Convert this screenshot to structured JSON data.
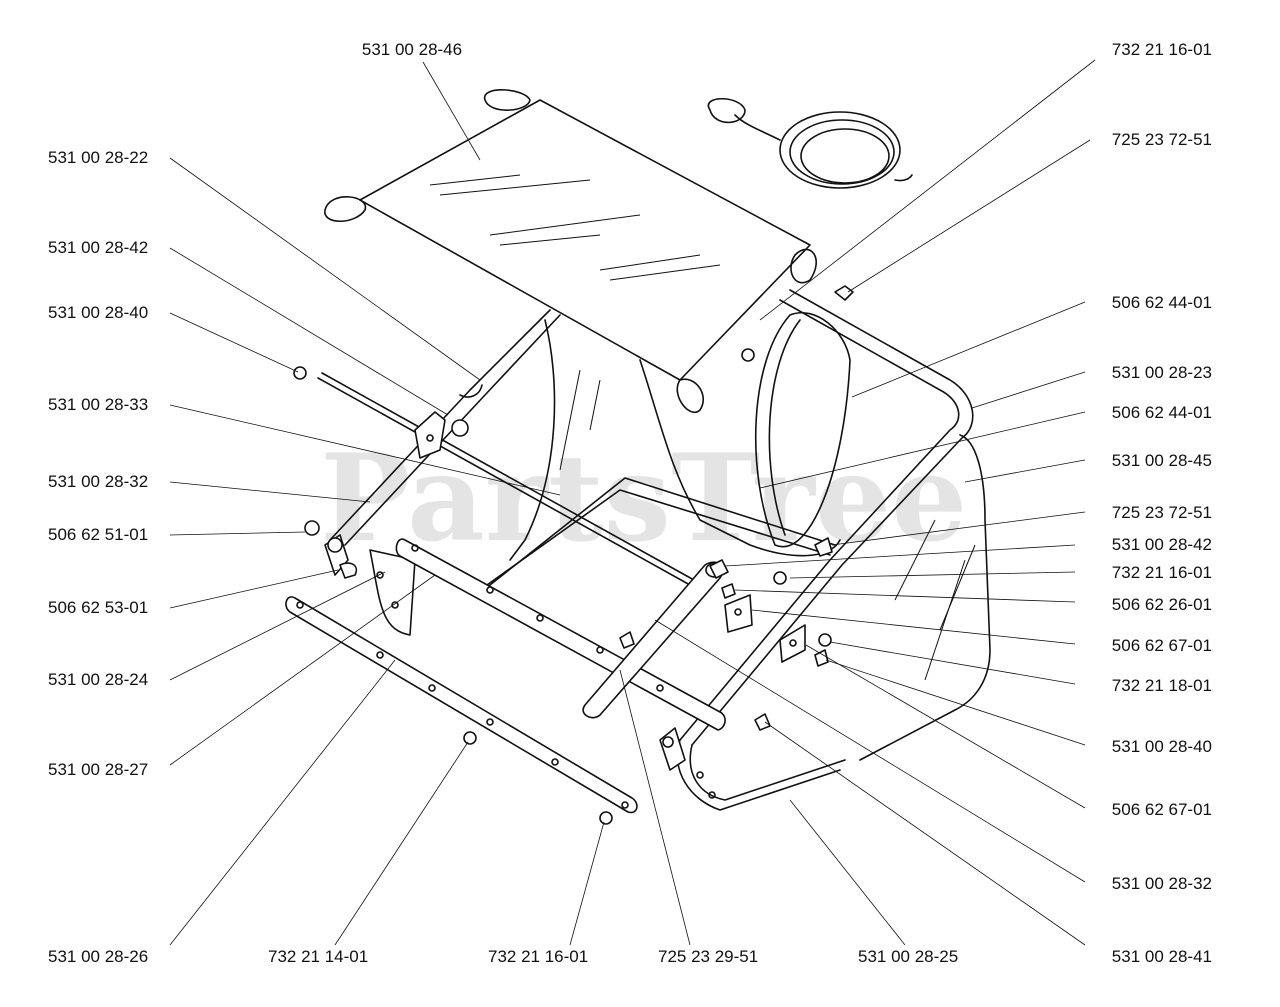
{
  "watermark": "PartsTree",
  "labels": {
    "p_53100_2846": "531 00 28-46",
    "p_73221_1601_top": "732 21 16-01",
    "p_72523_7251_a": "725 23 72-51",
    "p_53100_2822": "531 00 28-22",
    "p_53100_2842_a": "531 00 28-42",
    "p_53100_2840_a": "531 00 28-40",
    "p_50662_4401_a": "506 62 44-01",
    "p_53100_2823": "531 00 28-23",
    "p_50662_4401_b": "506 62 44-01",
    "p_53100_2833": "531 00 28-33",
    "p_53100_2845": "531 00 28-45",
    "p_53100_2832_a": "531 00 28-32",
    "p_72523_7251_b": "725 23 72-51",
    "p_50662_5101": "506 62 51-01",
    "p_53100_2842_b": "531 00 28-42",
    "p_73221_1601_mid": "732 21 16-01",
    "p_50662_5301": "506 62 53-01",
    "p_50662_2601": "506 62 26-01",
    "p_50662_6701_a": "506 62 67-01",
    "p_53100_2824": "531 00 28-24",
    "p_73221_1801": "732 21 18-01",
    "p_53100_2840_b": "531 00 28-40",
    "p_53100_2827": "531 00 28-27",
    "p_50662_6701_b": "506 62 67-01",
    "p_53100_2832_b": "531 00 28-32",
    "p_53100_2826": "531 00 28-26",
    "p_73221_1401": "732 21 14-01",
    "p_73221_1601_bot": "732 21 16-01",
    "p_72523_2951": "725 23 29-51",
    "p_53100_2825": "531 00 28-25",
    "p_53100_2841": "531 00 28-41"
  }
}
